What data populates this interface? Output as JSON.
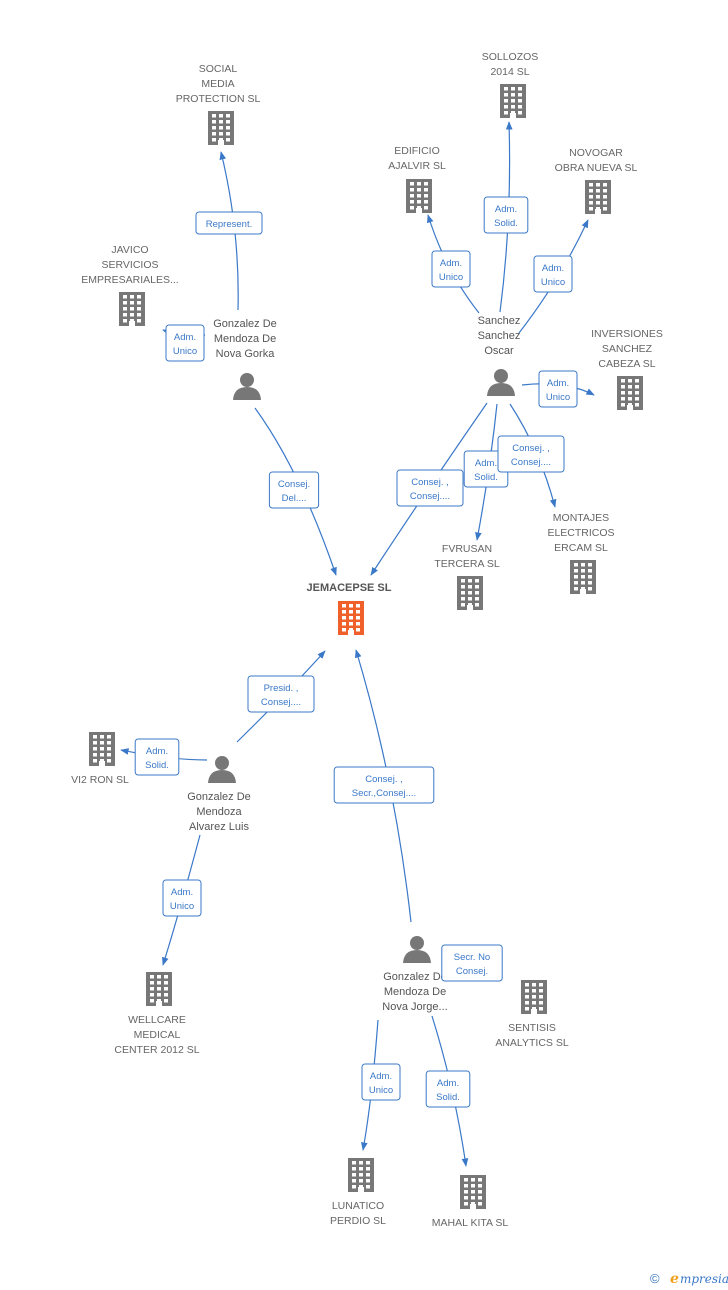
{
  "colors": {
    "edge": "#3a78c8",
    "node": "#777777",
    "main_node": "#f0602a",
    "label": "#555555"
  },
  "nodes": {
    "jemacepse": {
      "lines": [
        "JEMACEPSE SL"
      ]
    },
    "social_media": {
      "lines": [
        "SOCIAL",
        "MEDIA",
        "PROTECTION  SL"
      ]
    },
    "sollozos": {
      "lines": [
        "SOLLOZOS",
        "2014  SL"
      ]
    },
    "edificio_ajalvir": {
      "lines": [
        "EDIFICIO",
        "AJALVIR SL"
      ]
    },
    "novogar": {
      "lines": [
        "NOVOGAR",
        "OBRA NUEVA SL"
      ]
    },
    "javico": {
      "lines": [
        "JAVICO",
        "SERVICIOS",
        "EMPRESARIALES..."
      ]
    },
    "inversiones_sanchez": {
      "lines": [
        "INVERSIONES",
        "SANCHEZ",
        "CABEZA SL"
      ]
    },
    "fvrusan": {
      "lines": [
        "FVRUSAN",
        "TERCERA SL"
      ]
    },
    "montajes": {
      "lines": [
        "MONTAJES",
        "ELECTRICOS",
        "ERCAM SL"
      ]
    },
    "vi2ron": {
      "lines": [
        "VI2 RON SL"
      ]
    },
    "wellcare": {
      "lines": [
        "WELLCARE",
        "MEDICAL",
        "CENTER 2012 SL"
      ]
    },
    "sentisis": {
      "lines": [
        "SENTISIS",
        "ANALYTICS SL"
      ]
    },
    "lunatico": {
      "lines": [
        "LUNATICO",
        "PERDIO SL"
      ]
    },
    "mahal_kita": {
      "lines": [
        "MAHAL KITA SL"
      ]
    },
    "gonzalez_gorka": {
      "lines": [
        "Gonzalez De",
        "Mendoza De",
        "Nova Gorka"
      ]
    },
    "sanchez_oscar": {
      "lines": [
        "Sanchez",
        "Sanchez",
        "Oscar"
      ]
    },
    "gonzalez_luis": {
      "lines": [
        "Gonzalez De",
        "Mendoza",
        "Alvarez Luis"
      ]
    },
    "gonzalez_jorge": {
      "lines": [
        "Gonzalez De",
        "Mendoza De",
        "Nova Jorge..."
      ]
    }
  },
  "edges": {
    "gorka_social": [
      "Represent."
    ],
    "gorka_javico": [
      "Adm.",
      "Unico"
    ],
    "gorka_jemacepse": [
      "Consej.",
      "Del...."
    ],
    "oscar_sollozos": [
      "Adm.",
      "Solid."
    ],
    "oscar_edificio": [
      "Adm.",
      "Unico"
    ],
    "oscar_novogar": [
      "Adm.",
      "Unico"
    ],
    "oscar_inversiones": [
      "Adm.",
      "Unico"
    ],
    "oscar_jemacepse": [
      "Consej. ,",
      "Consej...."
    ],
    "oscar_fvrusan": [
      "Adm.",
      "Solid."
    ],
    "oscar_montajes": [
      "Consej. ,",
      "Consej...."
    ],
    "luis_jemacepse": [
      "Presid. ,",
      "Consej...."
    ],
    "luis_vi2ron": [
      "Adm.",
      "Solid."
    ],
    "luis_wellcare": [
      "Adm.",
      "Unico"
    ],
    "jorge_jemacepse": [
      "Consej. ,",
      "Secr.,Consej...."
    ],
    "jorge_sentisis": [
      "Secr.  No",
      "Consej."
    ],
    "jorge_lunatico": [
      "Adm.",
      "Unico"
    ],
    "jorge_mahal": [
      "Adm.",
      "Solid."
    ]
  },
  "watermark": {
    "symbol": "©",
    "brand_first": "e",
    "brand_rest": "mpresia"
  }
}
